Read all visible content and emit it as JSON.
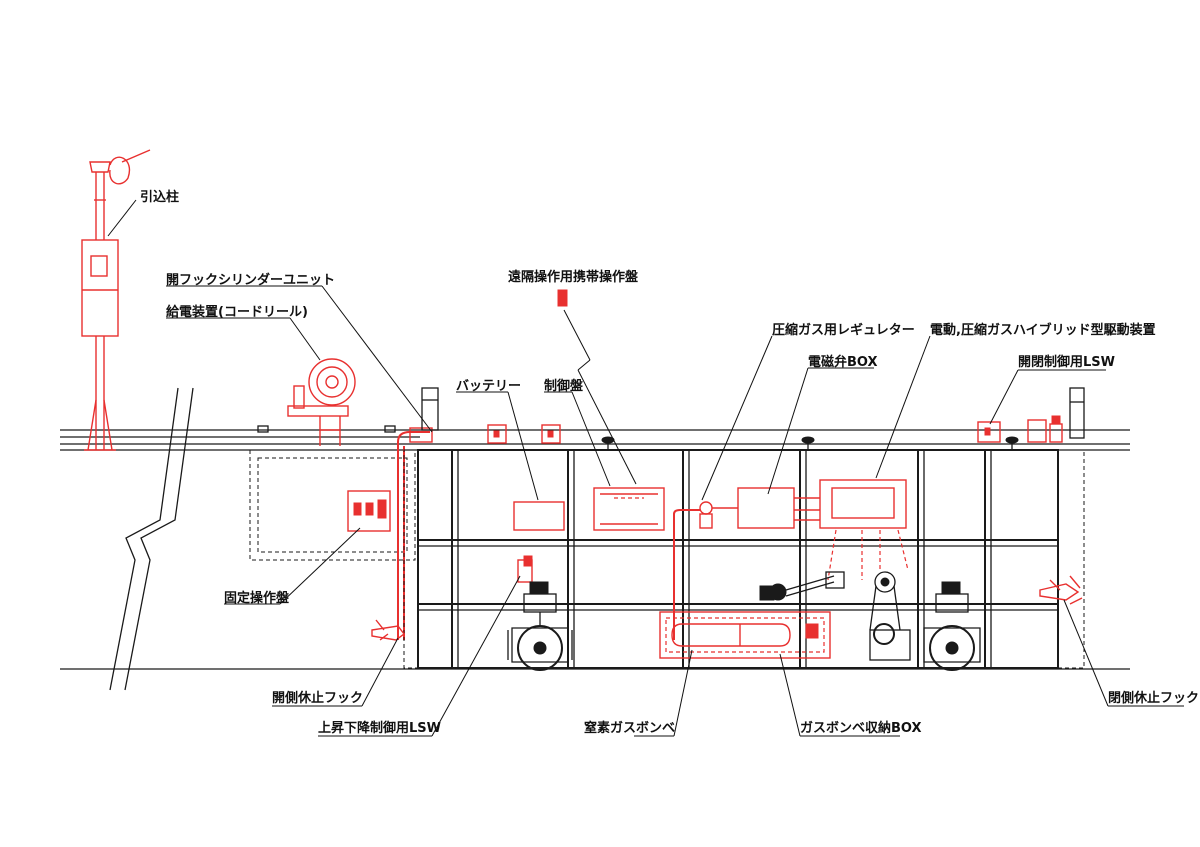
{
  "labels": {
    "pole": "引込柱",
    "hook_cylinder": "開フックシリンダーユニット",
    "power_feeder": "給電装置(コードリール)",
    "remote_panel": "遠隔操作用携帯操作盤",
    "battery": "バッテリー",
    "control_panel": "制御盤",
    "regulator": "圧縮ガス用レギュレター",
    "solenoid_box": "電磁弁BOX",
    "drive_unit": "電動,圧縮ガスハイブリッド型駆動装置",
    "open_close_lsw": "開閉制御用LSW",
    "fixed_panel": "固定操作盤",
    "open_side_hook": "開側休止フック",
    "lift_lsw": "上昇下降制御用LSW",
    "nitrogen_cylinder": "窒素ガスボンベ",
    "gas_box": "ガスボンベ収納BOX",
    "closed_side_hook": "閉側休止フック"
  },
  "colors": {
    "ink": "#1a1a1a",
    "highlight": "#e8302f",
    "paper": "#ffffff"
  }
}
